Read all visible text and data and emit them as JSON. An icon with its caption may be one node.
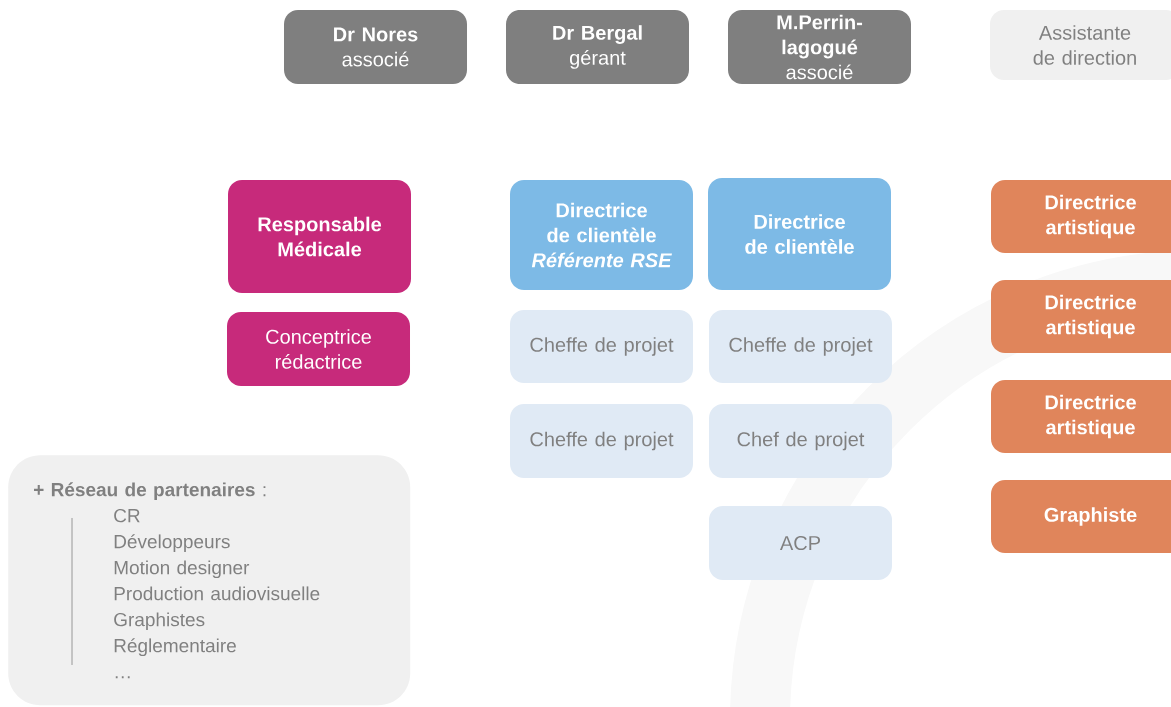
{
  "diagram": {
    "nodes": [
      {
        "text": [
          "Dr Nores",
          "associé"
        ]
      },
      {
        "text": [
          "Dr Bergal",
          "gérant"
        ]
      },
      {
        "text": [
          "M.Perrin-lagogué",
          "associé"
        ]
      },
      {
        "text": [
          "Assistante de direction"
        ]
      },
      {
        "text": [
          "Responsable Médicale"
        ]
      },
      {
        "text": [
          "Conceptrice rédactrice"
        ]
      },
      {
        "text": [
          "Directrice de clientèle",
          "Référente RSE"
        ]
      },
      {
        "text": [
          "Directrice de clientèle"
        ]
      },
      {
        "text": [
          "Cheffe de projet"
        ]
      },
      {
        "text": [
          "Cheffe de projet"
        ]
      },
      {
        "text": [
          "Cheffe de projet"
        ]
      },
      {
        "text": [
          "Chef de projet"
        ]
      },
      {
        "text": [
          "ACP"
        ]
      },
      {
        "text": [
          "Directrice artistique"
        ]
      },
      {
        "text": [
          "Directrice artistique"
        ]
      },
      {
        "text": [
          "Directrice artistique"
        ]
      },
      {
        "text": [
          "Graphiste"
        ]
      },
      {
        "text": [
          "**+ Réseau de partenaires** :",
          "CR",
          "Développeurs",
          "Motion designer",
          "Production audiovisuelle",
          "Graphistes",
          "Réglementaire",
          "…"
        ]
      }
    ]
  }
}
